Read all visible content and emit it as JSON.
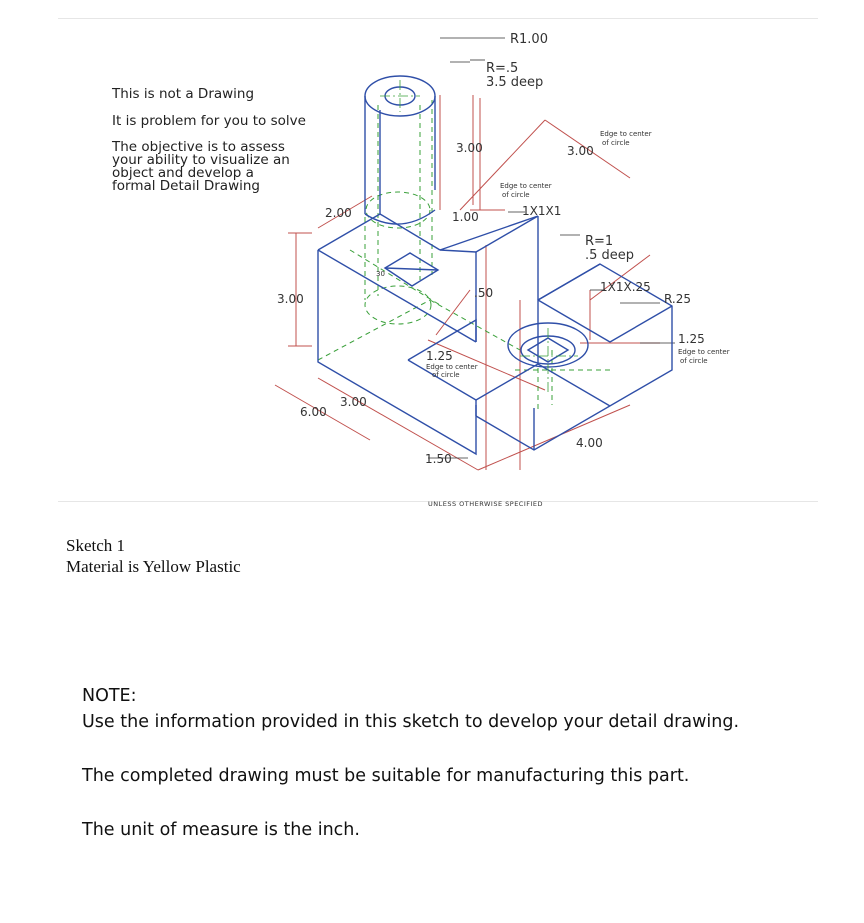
{
  "intro": {
    "line1": "This is not a Drawing",
    "line2": "It is problem for you to solve",
    "objective": [
      "The objective is to assess",
      "your ability to visualize an",
      "object and develop a",
      "formal Detail Drawing"
    ]
  },
  "dims": {
    "r100": "R1.00",
    "r05": "R=.5",
    "deep35": "3.5 deep",
    "d300_top": "3.00",
    "edge_center_1": "Edge to center",
    "of_circle_1": "of circle",
    "d300_right": "3.00",
    "edge_center_2": "Edge to center",
    "of_circle_2": "of circle",
    "d200": "2.00",
    "d100": "1.00",
    "c1x1x1": "1X1X1",
    "r1": "R=1",
    "deep05": ".5 deep",
    "d300_left": "3.00",
    "d050": ".50",
    "c1x1x25": "1X1X.25",
    "r025": "R.25",
    "d125_right": "1.25",
    "edge_center_3": "Edge to center",
    "of_circle_3": "of circle",
    "d125_mid": "1.25",
    "edge_center_4": "Edge to center",
    "of_circle_4": "of circle",
    "d300_bottom": "3.00",
    "d600": "6.00",
    "d400": "4.00",
    "d150": "1.50",
    "angle30": "30",
    "footer": "UNLESS OTHERWISE SPECIFIED"
  },
  "caption": {
    "sketch": "Sketch 1",
    "material": "Material is Yellow Plastic"
  },
  "note": {
    "heading": "NOTE:",
    "line1": "Use the information provided in this sketch to develop your detail drawing.",
    "line2": "The completed drawing must be suitable for manufacturing this part.",
    "line3": "The unit of measure is the inch."
  },
  "colors": {
    "object_lines": "#2f4fa8",
    "hidden_lines": "#3aa03a",
    "dimension_lines": "#c0504d",
    "text": "#333333"
  }
}
